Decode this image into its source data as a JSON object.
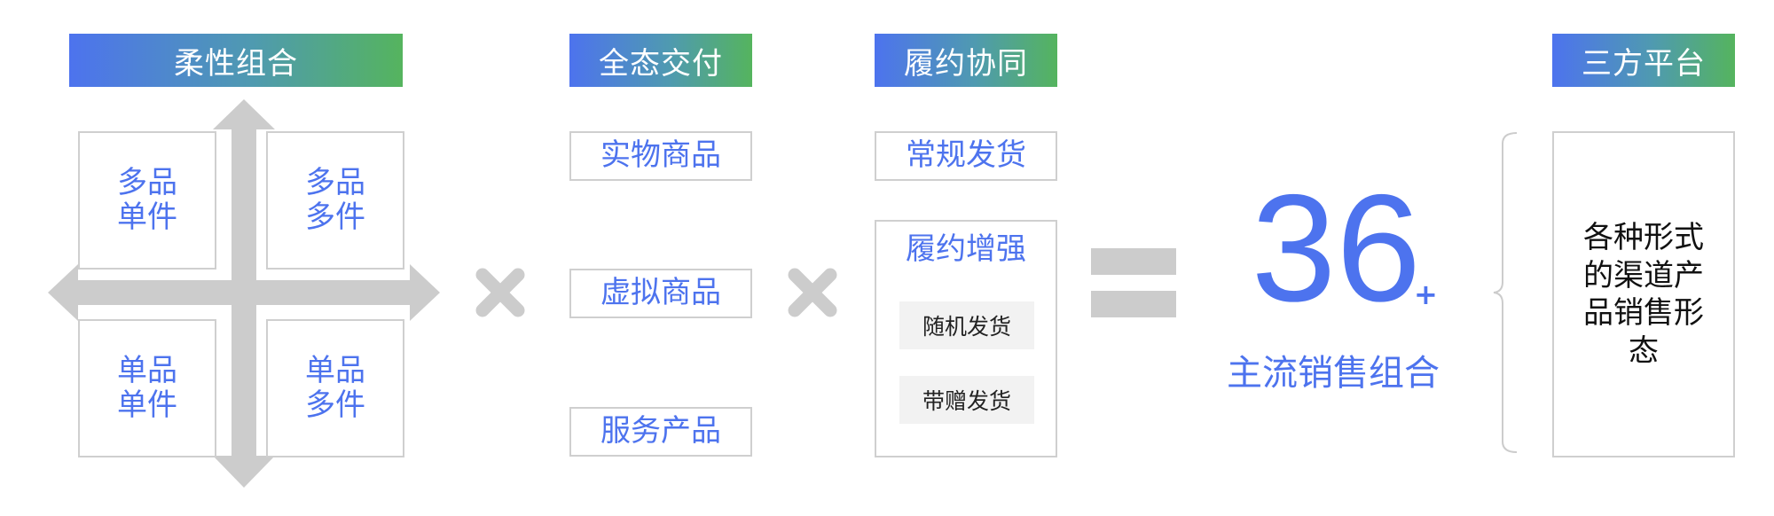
{
  "colors": {
    "blue": "#4d73ee",
    "green": "#55b45e",
    "gray": "#cccccc",
    "border": "#cfcfcf"
  },
  "columns": {
    "flexible": {
      "header": "柔性组合",
      "quadrants": [
        "多品\n单件",
        "多品\n多件",
        "单品\n单件",
        "单品\n多件"
      ]
    },
    "delivery": {
      "header": "全态交付",
      "items": [
        "实物商品",
        "虚拟商品",
        "服务产品"
      ]
    },
    "fulfillment": {
      "header": "履约协同",
      "regular": "常规发货",
      "enhanced_title": "履约增强",
      "enhanced_items": [
        "随机发货",
        "带赠发货"
      ]
    },
    "platform": {
      "header": "三方平台",
      "content": "各种形式\n的渠道产\n品销售形\n态"
    }
  },
  "operators": {
    "times": "×",
    "equals": "="
  },
  "result": {
    "number": "36",
    "plus": "+",
    "label": "主流销售组合"
  }
}
